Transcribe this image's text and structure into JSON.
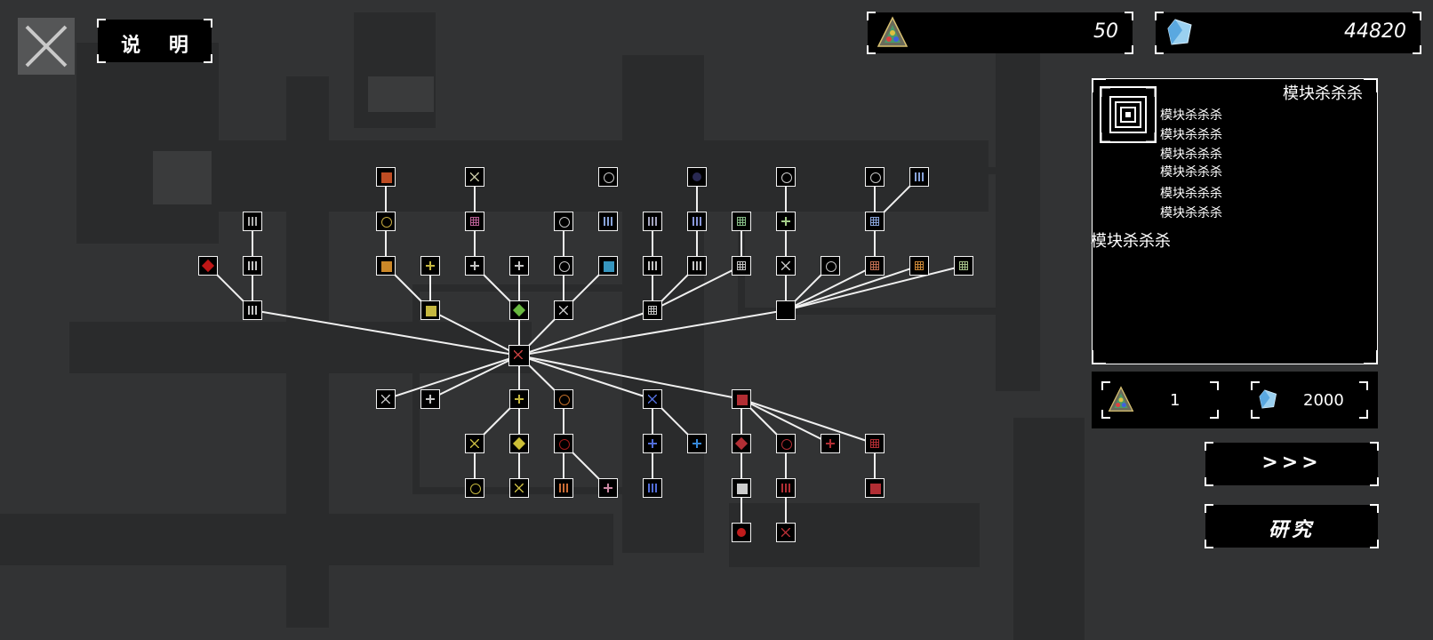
{
  "header": {
    "help_label": "说 明",
    "close_icon": "close-x-icon"
  },
  "resources": {
    "research_points": {
      "icon": "crystal-pyramid-icon",
      "value": "50"
    },
    "crystals": {
      "icon": "blue-crystal-icon",
      "value": "44820"
    }
  },
  "info_panel": {
    "title": "模块杀杀杀",
    "preview_icon": "nested-squares-module-icon",
    "stats": [
      "模块杀杀杀",
      "模块杀杀杀",
      "模块杀杀杀",
      "模块杀杀杀",
      "模块杀杀杀",
      "模块杀杀杀"
    ],
    "description": "模块杀杀杀"
  },
  "cost": {
    "research_points": {
      "icon": "crystal-pyramid-icon",
      "value": "1"
    },
    "crystals": {
      "icon": "blue-crystal-icon",
      "value": "2000"
    }
  },
  "actions": {
    "next_label": ">>>",
    "research_label": "研究"
  },
  "colors": {
    "background": "#323334",
    "node_border": "#f2f2f2",
    "red_branch": "#d0363d",
    "yellow_branch": "#e8d84a",
    "blue_branch": "#4a7ed8"
  },
  "tech_tree": {
    "root": {
      "id": "root",
      "icon": "core-module-icon"
    },
    "nodes": [
      {
        "id": "n1",
        "col": 0,
        "row": 0,
        "icon": "diamond-module-icon",
        "color": "#e01a1a",
        "glyph": "diamond"
      },
      {
        "id": "n2",
        "col": 1,
        "row": -1,
        "icon": "hatched-module-icon",
        "color": "#cccccc",
        "glyph": "bars"
      },
      {
        "id": "n3",
        "col": 1,
        "row": 0,
        "icon": "triple-barrel-module-icon",
        "color": "#e8e8e8",
        "glyph": "bars"
      },
      {
        "id": "n4",
        "col": 1,
        "row": 1,
        "icon": "triple-barrel-module-icon",
        "color": "#e8e8e8",
        "glyph": "bars"
      },
      {
        "id": "n5",
        "col": 4,
        "row": -2,
        "icon": "red-tower-module-icon",
        "color": "#e05a2a",
        "glyph": "fill"
      },
      {
        "id": "n6",
        "col": 4,
        "row": -1,
        "icon": "ring-module-icon",
        "color": "#e8c84a",
        "glyph": "dot"
      },
      {
        "id": "n7",
        "col": 4,
        "row": 0,
        "icon": "flame-module-icon",
        "color": "#f0a030",
        "glyph": "fill"
      },
      {
        "id": "n8",
        "col": 5,
        "row": 0,
        "icon": "yellow-turret-module-icon",
        "color": "#e8d84a",
        "glyph": "plus"
      },
      {
        "id": "n9",
        "col": 5,
        "row": 1,
        "icon": "yellow-gun-module-icon",
        "color": "#e8d84a",
        "glyph": "fill"
      },
      {
        "id": "n10",
        "col": 6,
        "row": -2,
        "icon": "cross-module-icon",
        "color": "#e8e8c0",
        "glyph": "x"
      },
      {
        "id": "n11",
        "col": 6,
        "row": -1,
        "icon": "pink-frame-module-icon",
        "color": "#d870b0",
        "glyph": "grid"
      },
      {
        "id": "n12",
        "col": 6,
        "row": 0,
        "icon": "quad-node-module-icon",
        "color": "#e8e8e8",
        "glyph": "plus"
      },
      {
        "id": "n13",
        "col": 7,
        "row": 0,
        "icon": "target-module-icon",
        "color": "#e8e8e8",
        "glyph": "plus"
      },
      {
        "id": "n14",
        "col": 7,
        "row": 1,
        "icon": "green-burst-module-icon",
        "color": "#7ad84a",
        "glyph": "diamond"
      },
      {
        "id": "n15",
        "col": 8,
        "row": -1,
        "icon": "triangle-module-icon",
        "color": "#e8e8e8",
        "glyph": "dot"
      },
      {
        "id": "n16",
        "col": 8,
        "row": 0,
        "icon": "screen-module-icon",
        "color": "#e8e8e8",
        "glyph": "dot"
      },
      {
        "id": "n17",
        "col": 8,
        "row": 1,
        "icon": "square-target-module-icon",
        "color": "#e8e8e8",
        "glyph": "x"
      },
      {
        "id": "n18",
        "col": 9,
        "row": -2,
        "icon": "lens-module-icon",
        "color": "#e8e8e8",
        "glyph": "dot"
      },
      {
        "id": "n19",
        "col": 9,
        "row": -1,
        "icon": "blue-columns-module-icon",
        "color": "#a0c0ff",
        "glyph": "bars"
      },
      {
        "id": "n20",
        "col": 9,
        "row": 0,
        "icon": "cyan-chip-module-icon",
        "color": "#40b0e0",
        "glyph": "fill"
      },
      {
        "id": "n21",
        "col": 10,
        "row": -1,
        "icon": "mech-module-icon",
        "color": "#c0c0e0",
        "glyph": "bars"
      },
      {
        "id": "n22",
        "col": 10,
        "row": 0,
        "icon": "cannon-module-icon",
        "color": "#e8e8e8",
        "glyph": "bars"
      },
      {
        "id": "n23",
        "col": 10,
        "row": 1,
        "icon": "grid-module-icon",
        "color": "#e8e8e8",
        "glyph": "grid"
      },
      {
        "id": "n24",
        "col": 11,
        "row": -2,
        "icon": "dark-orb-module-icon",
        "color": "#303060",
        "glyph": "circle"
      },
      {
        "id": "n25",
        "col": 11,
        "row": -1,
        "icon": "blue-mech-module-icon",
        "color": "#a0b0ff",
        "glyph": "bars"
      },
      {
        "id": "n26",
        "col": 11,
        "row": 0,
        "icon": "twin-tube-module-icon",
        "color": "#e8e8e8",
        "glyph": "bars"
      },
      {
        "id": "n27",
        "col": 12,
        "row": -1,
        "icon": "green-machine-module-icon",
        "color": "#a0e0a0",
        "glyph": "grid"
      },
      {
        "id": "n28",
        "col": 12,
        "row": 0,
        "icon": "factory-module-icon",
        "color": "#e8e8e8",
        "glyph": "grid"
      },
      {
        "id": "n29",
        "col": 13,
        "row": -2,
        "icon": "ring-o-module-icon",
        "color": "#f0f0f0",
        "glyph": "dot"
      },
      {
        "id": "n30",
        "col": 13,
        "row": -1,
        "icon": "green-cross-module-icon",
        "color": "#c0f0a0",
        "glyph": "plus"
      },
      {
        "id": "n31",
        "col": 13,
        "row": 0,
        "icon": "sword-module-icon",
        "color": "#e8e8e8",
        "glyph": "x"
      },
      {
        "id": "n32",
        "col": 13,
        "row": 1,
        "icon": "black-module-icon",
        "color": "#000000",
        "glyph": "fill"
      },
      {
        "id": "n33",
        "col": 14,
        "row": 0,
        "icon": "maze-module-icon",
        "color": "#e8e8e8",
        "glyph": "dot"
      },
      {
        "id": "n34",
        "col": 15,
        "row": -2,
        "icon": "shield-ring-module-icon",
        "color": "#e8e8e8",
        "glyph": "dot"
      },
      {
        "id": "n35",
        "col": 15,
        "row": -1,
        "icon": "blue-panel-module-icon",
        "color": "#a0c0ff",
        "glyph": "grid"
      },
      {
        "id": "n36",
        "col": 15,
        "row": 0,
        "icon": "red-dots-panel-module-icon",
        "color": "#e08060",
        "glyph": "grid"
      },
      {
        "id": "n37",
        "col": 16,
        "row": -2,
        "icon": "claw-module-icon",
        "color": "#a0c0ff",
        "glyph": "bars"
      },
      {
        "id": "n38",
        "col": 16,
        "row": 0,
        "icon": "orange-panel-module-icon",
        "color": "#f0a040",
        "glyph": "grid"
      },
      {
        "id": "n39",
        "col": 17,
        "row": 0,
        "icon": "mixed-panel-module-icon",
        "color": "#c0e0a0",
        "glyph": "grid"
      },
      {
        "id": "n40",
        "col": 4,
        "row": 3,
        "icon": "x-frame-module-icon",
        "color": "#e8e8e8",
        "glyph": "x"
      },
      {
        "id": "n41",
        "col": 5,
        "row": 3,
        "icon": "barrier-module-icon",
        "color": "#e8e8e8",
        "glyph": "plus"
      },
      {
        "id": "n42",
        "col": 7,
        "row": 3,
        "icon": "yellow-node-module-icon",
        "color": "#e8d84a",
        "glyph": "plus"
      },
      {
        "id": "n43",
        "col": 8,
        "row": 3,
        "icon": "orange-square-module-icon",
        "color": "#e08030",
        "glyph": "dot"
      },
      {
        "id": "n44",
        "col": 6,
        "row": 4,
        "icon": "bolt-module-icon",
        "color": "#e8d84a",
        "glyph": "x"
      },
      {
        "id": "n45",
        "col": 7,
        "row": 4,
        "icon": "yellow-diamond-module-icon",
        "color": "#f0e040",
        "glyph": "diamond"
      },
      {
        "id": "n46",
        "col": 8,
        "row": 4,
        "icon": "black-red-module-icon",
        "color": "#c02020",
        "glyph": "dot"
      },
      {
        "id": "n47",
        "col": 6,
        "row": 5,
        "icon": "yellow-emblem-module-icon",
        "color": "#e8d84a",
        "glyph": "dot"
      },
      {
        "id": "n48",
        "col": 7,
        "row": 5,
        "icon": "yellow-wings-module-icon",
        "color": "#e8d84a",
        "glyph": "x"
      },
      {
        "id": "n49",
        "col": 8,
        "row": 5,
        "icon": "rainbow-fan-module-icon",
        "color": "#f08040",
        "glyph": "bars"
      },
      {
        "id": "n50",
        "col": 9,
        "row": 5,
        "icon": "pink-ship-module-icon",
        "color": "#f0a0c0",
        "glyph": "plus"
      },
      {
        "id": "n51",
        "col": 10,
        "row": 3,
        "icon": "blue-x-module-icon",
        "color": "#6080ff",
        "glyph": "x"
      },
      {
        "id": "n52",
        "col": 10,
        "row": 4,
        "icon": "blue-stars-module-icon",
        "color": "#6080ff",
        "glyph": "plus"
      },
      {
        "id": "n53",
        "col": 10,
        "row": 5,
        "icon": "blue-tower-module-icon",
        "color": "#6080ff",
        "glyph": "bars"
      },
      {
        "id": "n54",
        "col": 11,
        "row": 4,
        "icon": "blue-plus-module-icon",
        "color": "#40a0ff",
        "glyph": "plus"
      },
      {
        "id": "n55",
        "col": 12,
        "row": 3,
        "icon": "red-swirl-module-icon",
        "color": "#d0363d",
        "glyph": "fill"
      },
      {
        "id": "n56",
        "col": 12,
        "row": 4,
        "icon": "red-burst-module-icon",
        "color": "#d0363d",
        "glyph": "diamond"
      },
      {
        "id": "n57",
        "col": 12,
        "row": 5,
        "icon": "red-white-square-module-icon",
        "color": "#f0f0f0",
        "glyph": "fill"
      },
      {
        "id": "n58",
        "col": 12,
        "row": 6,
        "icon": "red-sphere-module-icon",
        "color": "#e02020",
        "glyph": "circle"
      },
      {
        "id": "n59",
        "col": 13,
        "row": 4,
        "icon": "red-eye-module-icon",
        "color": "#d0363d",
        "glyph": "dot"
      },
      {
        "id": "n60",
        "col": 13,
        "row": 5,
        "icon": "red-stack-module-icon",
        "color": "#d0363d",
        "glyph": "bars"
      },
      {
        "id": "n61",
        "col": 13,
        "row": 6,
        "icon": "red-v-module-icon",
        "color": "#d0363d",
        "glyph": "x"
      },
      {
        "id": "n62",
        "col": 14,
        "row": 4,
        "icon": "red-tree-module-icon",
        "color": "#d0363d",
        "glyph": "plus"
      },
      {
        "id": "n63",
        "col": 15,
        "row": 4,
        "icon": "red-dots-module-icon",
        "color": "#d0363d",
        "glyph": "grid"
      },
      {
        "id": "n64",
        "col": 15,
        "row": 5,
        "icon": "red-pattern-module-icon",
        "color": "#d0363d",
        "glyph": "fill"
      }
    ],
    "links": [
      [
        "root",
        "n4"
      ],
      [
        "root",
        "n9"
      ],
      [
        "root",
        "n14"
      ],
      [
        "root",
        "n17"
      ],
      [
        "root",
        "n23"
      ],
      [
        "root",
        "n32"
      ],
      [
        "root",
        "n40"
      ],
      [
        "root",
        "n41"
      ],
      [
        "root",
        "n42"
      ],
      [
        "root",
        "n43"
      ],
      [
        "root",
        "n51"
      ],
      [
        "root",
        "n55"
      ],
      [
        "n4",
        "n1"
      ],
      [
        "n4",
        "n3"
      ],
      [
        "n3",
        "n2"
      ],
      [
        "n9",
        "n7"
      ],
      [
        "n9",
        "n8"
      ],
      [
        "n7",
        "n6"
      ],
      [
        "n6",
        "n5"
      ],
      [
        "n14",
        "n12"
      ],
      [
        "n14",
        "n13"
      ],
      [
        "n12",
        "n11"
      ],
      [
        "n11",
        "n10"
      ],
      [
        "n17",
        "n16"
      ],
      [
        "n17",
        "n20"
      ],
      [
        "n16",
        "n15"
      ],
      [
        "n23",
        "n22"
      ],
      [
        "n23",
        "n26"
      ],
      [
        "n23",
        "n28"
      ],
      [
        "n22",
        "n21"
      ],
      [
        "n26",
        "n25"
      ],
      [
        "n25",
        "n24"
      ],
      [
        "n28",
        "n27"
      ],
      [
        "n32",
        "n31"
      ],
      [
        "n32",
        "n33"
      ],
      [
        "n32",
        "n36"
      ],
      [
        "n32",
        "n38"
      ],
      [
        "n32",
        "n39"
      ],
      [
        "n31",
        "n30"
      ],
      [
        "n30",
        "n29"
      ],
      [
        "n36",
        "n35"
      ],
      [
        "n35",
        "n34"
      ],
      [
        "n35",
        "n37"
      ],
      [
        "n42",
        "n44"
      ],
      [
        "n42",
        "n45"
      ],
      [
        "n45",
        "n48"
      ],
      [
        "n44",
        "n47"
      ],
      [
        "n43",
        "n46"
      ],
      [
        "n46",
        "n49"
      ],
      [
        "n46",
        "n50"
      ],
      [
        "n51",
        "n52"
      ],
      [
        "n51",
        "n54"
      ],
      [
        "n52",
        "n53"
      ],
      [
        "n55",
        "n56"
      ],
      [
        "n55",
        "n59"
      ],
      [
        "n55",
        "n62"
      ],
      [
        "n55",
        "n63"
      ],
      [
        "n56",
        "n57"
      ],
      [
        "n57",
        "n58"
      ],
      [
        "n59",
        "n60"
      ],
      [
        "n60",
        "n61"
      ],
      [
        "n63",
        "n64"
      ]
    ]
  }
}
